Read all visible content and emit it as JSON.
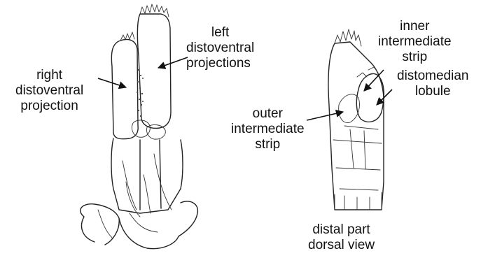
{
  "labels": {
    "left_projections": [
      "left",
      "distoventral",
      "projections"
    ],
    "right_projection": [
      "right",
      "distoventral",
      "projection"
    ],
    "inner_strip": [
      "inner",
      "intermediate",
      "strip"
    ],
    "distomedian": [
      "distomedian",
      "lobule"
    ],
    "outer_strip": [
      "outer",
      "intermediate",
      "strip"
    ],
    "view_caption": [
      "distal part",
      "dorsal view"
    ]
  }
}
